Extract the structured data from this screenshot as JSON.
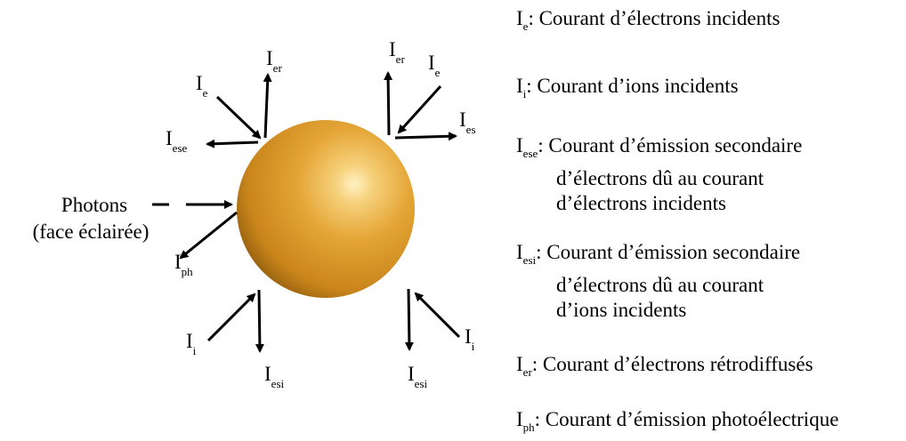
{
  "diagram": {
    "symbols": {
      "e": {
        "main": "I",
        "sub": "e"
      },
      "er": {
        "main": "I",
        "sub": "er"
      },
      "es": {
        "main": "I",
        "sub": "es"
      },
      "ese": {
        "main": "I",
        "sub": "ese"
      },
      "ph": {
        "main": "I",
        "sub": "ph"
      },
      "i": {
        "main": "I",
        "sub": "i"
      },
      "esi": {
        "main": "I",
        "sub": "esi"
      }
    },
    "photons_label": "Photons",
    "photons_note": "(face éclairée)",
    "sphere_colors": {
      "highlight": "#fff2c4",
      "mid": "#e5a536",
      "base": "#c9851b",
      "edge": "#8c5a0c"
    }
  },
  "legend": [
    {
      "symbol": "I",
      "sub": "e",
      "lines": [
        ": Courant d’électrons incidents"
      ]
    },
    {
      "symbol": "I",
      "sub": "i",
      "lines": [
        ": Courant d’ions incidents"
      ]
    },
    {
      "symbol": "I",
      "sub": "ese",
      "lines": [
        ": Courant d’émission secondaire",
        "d’électrons dû au courant",
        "d’électrons incidents"
      ]
    },
    {
      "symbol": "I",
      "sub": "esi",
      "lines": [
        ": Courant d’émission secondaire",
        "d’électrons dû au courant",
        "d’ions incidents"
      ]
    },
    {
      "symbol": "I",
      "sub": "er",
      "lines": [
        ": Courant d’électrons rétrodiffusés"
      ]
    },
    {
      "symbol": "I",
      "sub": "ph",
      "lines": [
        ": Courant d’émission photoélectrique"
      ]
    }
  ]
}
